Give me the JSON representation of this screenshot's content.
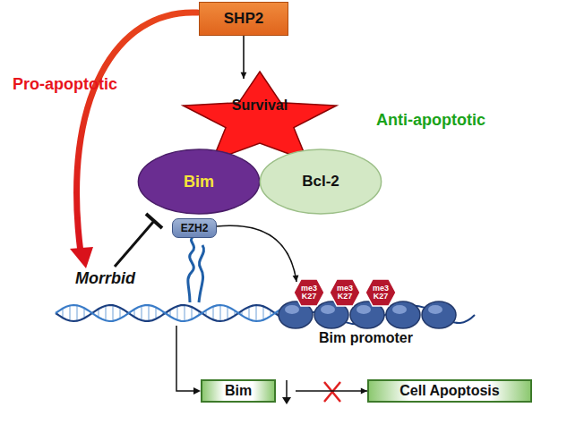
{
  "diagram": {
    "nodes": [
      {
        "text": [
          "SHP2"
        ]
      },
      {
        "text": [
          "Survival"
        ]
      },
      {
        "text": [
          "Bim"
        ]
      },
      {
        "text": [
          "Bcl-2"
        ]
      },
      {
        "text": [
          "EZH2"
        ]
      },
      {
        "text": [
          "me3 K27"
        ]
      },
      {
        "text": [
          "me3 K27"
        ]
      },
      {
        "text": [
          "me3 K27"
        ]
      },
      {
        "text": [
          "Bim"
        ]
      },
      {
        "text": [
          "Cell Apoptosis"
        ]
      }
    ],
    "edges": [
      {
        "from": 0,
        "to": 1,
        "arrow": "to"
      },
      {
        "from": 4,
        "to": 5,
        "arrow": "to"
      },
      {
        "from": 8,
        "to": 9,
        "arrow": "to"
      }
    ],
    "labels": [
      "Pro-apoptotic",
      "Anti-apoptotic",
      "Morrbid",
      "Bim promoter"
    ]
  }
}
